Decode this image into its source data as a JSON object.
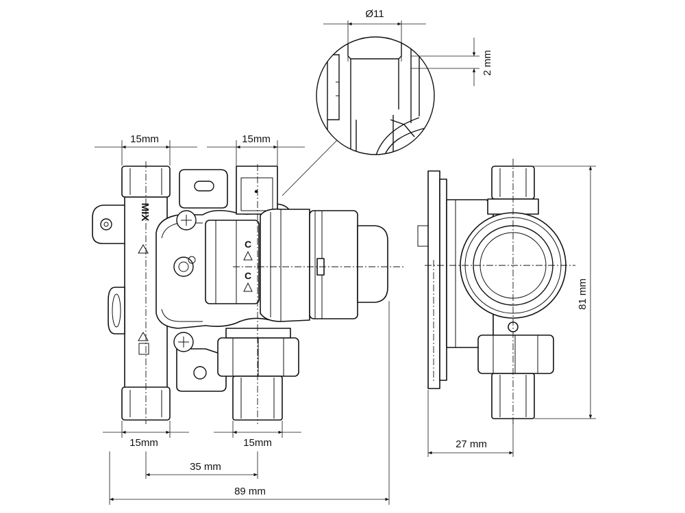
{
  "dimensions": {
    "detail_diameter": "Ø11",
    "detail_depth": "2 mm",
    "top_left_port": "15mm",
    "top_right_port": "15mm",
    "bottom_left_port": "15mm",
    "bottom_right_port": "15mm",
    "center_spacing": "35 mm",
    "overall_width": "89 mm",
    "overall_height": "81 mm",
    "side_depth": "27 mm"
  },
  "markings": {
    "mix_label": "MIX",
    "hot_mark": "C",
    "cold_mark": "C"
  }
}
